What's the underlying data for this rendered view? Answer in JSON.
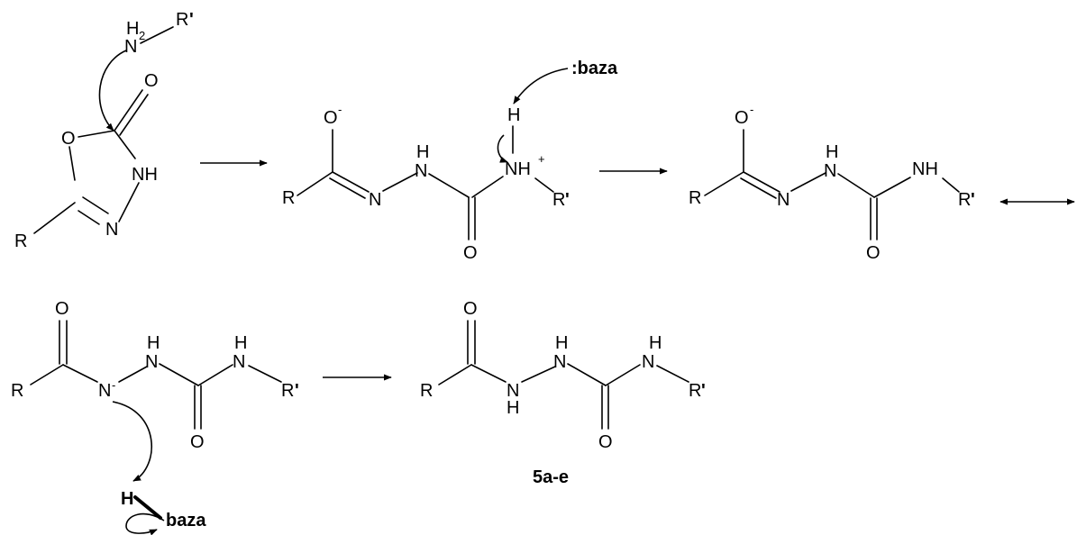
{
  "atoms": {
    "R": "R",
    "R_prime": "R",
    "prime": "'",
    "O": "O",
    "N": "N",
    "H": "H",
    "NH": "NH",
    "NH2_N": "N",
    "NH2_H": "H",
    "two": "2",
    "minus": "-",
    "plus": "+"
  },
  "labels": {
    "base_top": ":baza",
    "base_bottom": "baza",
    "product": "5a-e"
  }
}
